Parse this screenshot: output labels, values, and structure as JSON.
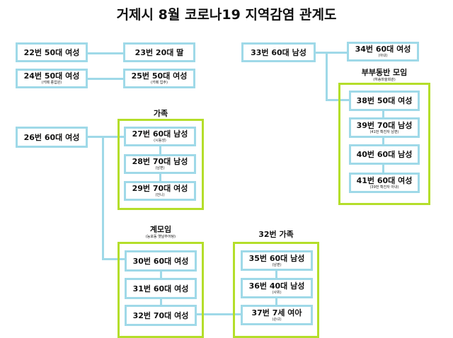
{
  "title": "거제시 8월 코로나19 지역감염 관계도",
  "colors": {
    "node_border": "#9fd9e8",
    "group_border": "#b4de2a",
    "connector": "#9fd9e8"
  },
  "nodes": {
    "n22": {
      "label": "22번 50대 여성",
      "note": ""
    },
    "n23": {
      "label": "23번 20대 딸",
      "note": ""
    },
    "n24": {
      "label": "24번 50대 여성",
      "note": "(카페 종업원)"
    },
    "n25": {
      "label": "25번 50대 여성",
      "note": "(카페 업주)"
    },
    "n26": {
      "label": "26번 60대 여성",
      "note": ""
    },
    "n27": {
      "label": "27번 60대 남성",
      "note": "(시동생)"
    },
    "n28": {
      "label": "28번 70대 남성",
      "note": "(남편)"
    },
    "n29": {
      "label": "29번 70대 여성",
      "note": "(언니)"
    },
    "n30": {
      "label": "30번 60대 여성",
      "note": ""
    },
    "n31": {
      "label": "31번 60대 여성",
      "note": ""
    },
    "n32": {
      "label": "32번 70대 여성",
      "note": ""
    },
    "n33": {
      "label": "33번 60대 남성",
      "note": ""
    },
    "n34": {
      "label": "34번 60대 여성",
      "note": "(아내)"
    },
    "n35": {
      "label": "35번 60대 남성",
      "note": "(남편)"
    },
    "n36": {
      "label": "36번 40대 남성",
      "note": "(사위)"
    },
    "n37": {
      "label": "37번 7세 여아",
      "note": "(손녀)"
    },
    "n38": {
      "label": "38번 50대 여성",
      "note": ""
    },
    "n39": {
      "label": "39번 70대 남성",
      "note": "(41번 확진자 남편)"
    },
    "n40": {
      "label": "40번 60대 남성",
      "note": ""
    },
    "n41": {
      "label": "41번 60대 여성",
      "note": "(39번 확진자 아내)"
    }
  },
  "groups": {
    "family26": {
      "label": "가족",
      "note": ""
    },
    "gye": {
      "label": "계모임",
      "note": "(능포동 옛날추어탕)"
    },
    "family32": {
      "label": "32번 가족",
      "note": ""
    },
    "couples": {
      "label": "부부동반 모임",
      "note": "(하송마을회관)"
    }
  }
}
